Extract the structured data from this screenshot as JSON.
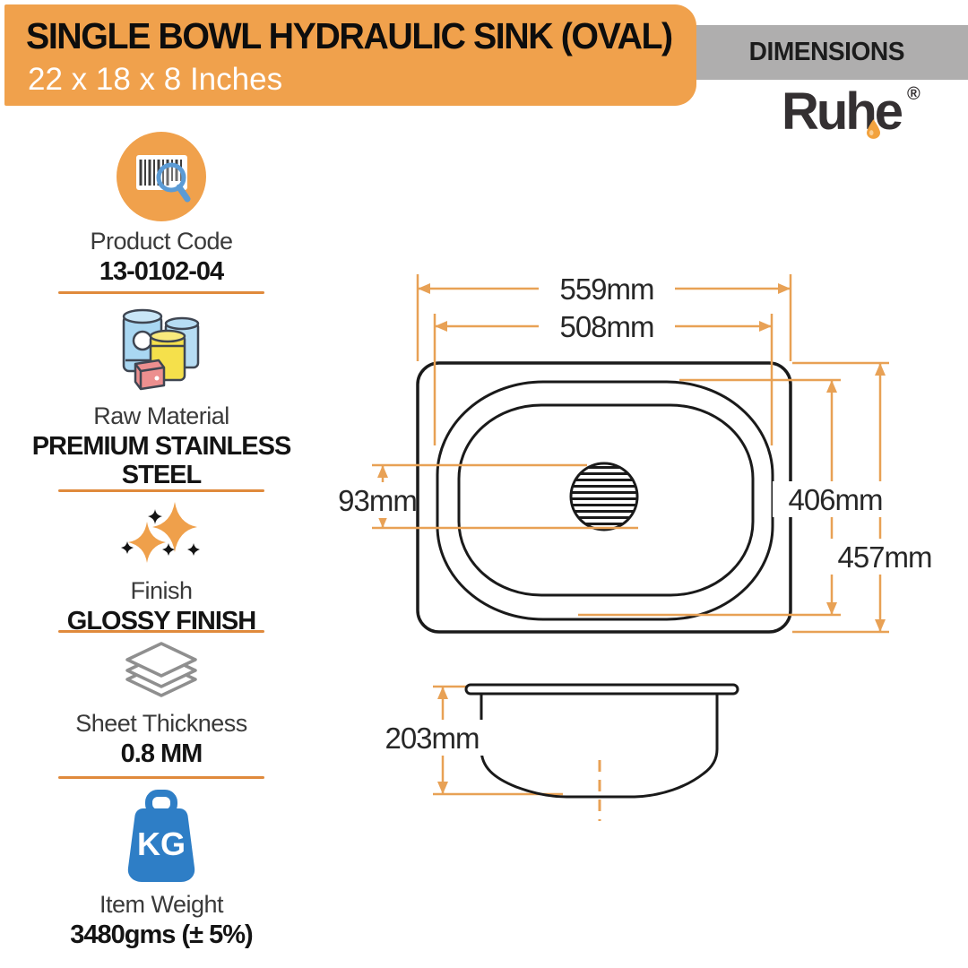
{
  "header": {
    "title": "SINGLE BOWL HYDRAULIC SINK (OVAL)",
    "subtitle": "22 x 18 x 8 Inches",
    "banner_color": "#F0A14C"
  },
  "dimensions_tab": {
    "label": "DIMENSIONS",
    "bg_color": "#AFAEAE"
  },
  "brand": {
    "name": "Ruhe",
    "registered": "®",
    "droplet_color": "#F2A23E"
  },
  "specs": [
    {
      "icon": "barcode-search-icon",
      "label": "Product Code",
      "value": "13-0102-04"
    },
    {
      "icon": "raw-material-icon",
      "label": "Raw Material",
      "value": "PREMIUM STAINLESS STEEL"
    },
    {
      "icon": "sparkle-icon",
      "label": "Finish",
      "value": "GLOSSY FINISH"
    },
    {
      "icon": "sheets-icon",
      "label": "Sheet Thickness",
      "value": "0.8 MM"
    },
    {
      "icon": "kg-weight-icon",
      "label": "Item Weight",
      "value": "3480gms (± 5%)",
      "icon_label": "KG"
    }
  ],
  "drawing": {
    "top_view": {
      "overall_width": "559mm",
      "bowl_width": "508mm",
      "drain_diameter": "93mm",
      "bowl_depth_len": "406mm",
      "overall_depth": "457mm"
    },
    "side_view": {
      "bowl_height": "203mm"
    },
    "line_color": "#E8A155",
    "outline_color": "#1A1A1A",
    "divider_color": "#E08A3C"
  }
}
